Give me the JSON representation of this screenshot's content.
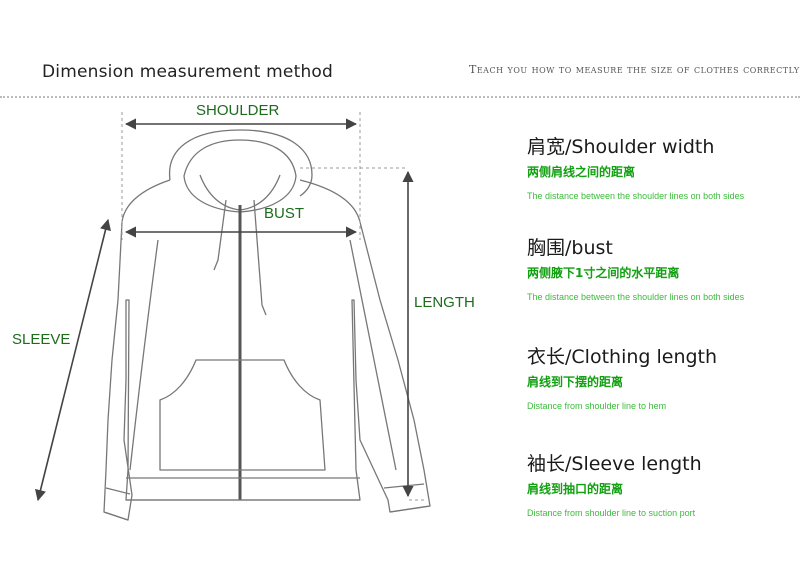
{
  "header": {
    "title": "Dimension measurement method",
    "subtitle": "Teach you how to measure the size of clothes correctly"
  },
  "diagram": {
    "labels": {
      "shoulder": "SHOULDER",
      "bust": "BUST",
      "length": "LENGTH",
      "sleeve": "SLEEVE"
    }
  },
  "legend": {
    "items": [
      {
        "heading": "肩宽/Shoulder width",
        "cn": "两侧肩线之间的距离",
        "en": "The distance between the shoulder lines on both sides"
      },
      {
        "heading": "胸围/bust",
        "cn": "两侧腋下1寸之间的水平距离",
        "en": "The distance between the shoulder lines on both sides"
      },
      {
        "heading": "衣长/Clothing length",
        "cn": "肩线到下摆的距离",
        "en": "Distance from shoulder line to hem"
      },
      {
        "heading": "袖长/Sleeve length",
        "cn": "肩线到抽口的距离",
        "en": "Distance from shoulder line to suction port"
      }
    ]
  },
  "colors": {
    "line": "#444444",
    "sketch": "#777777",
    "label_green": "#1e6b1e",
    "cn_green": "#12a012",
    "en_green": "#3cbb3c"
  }
}
